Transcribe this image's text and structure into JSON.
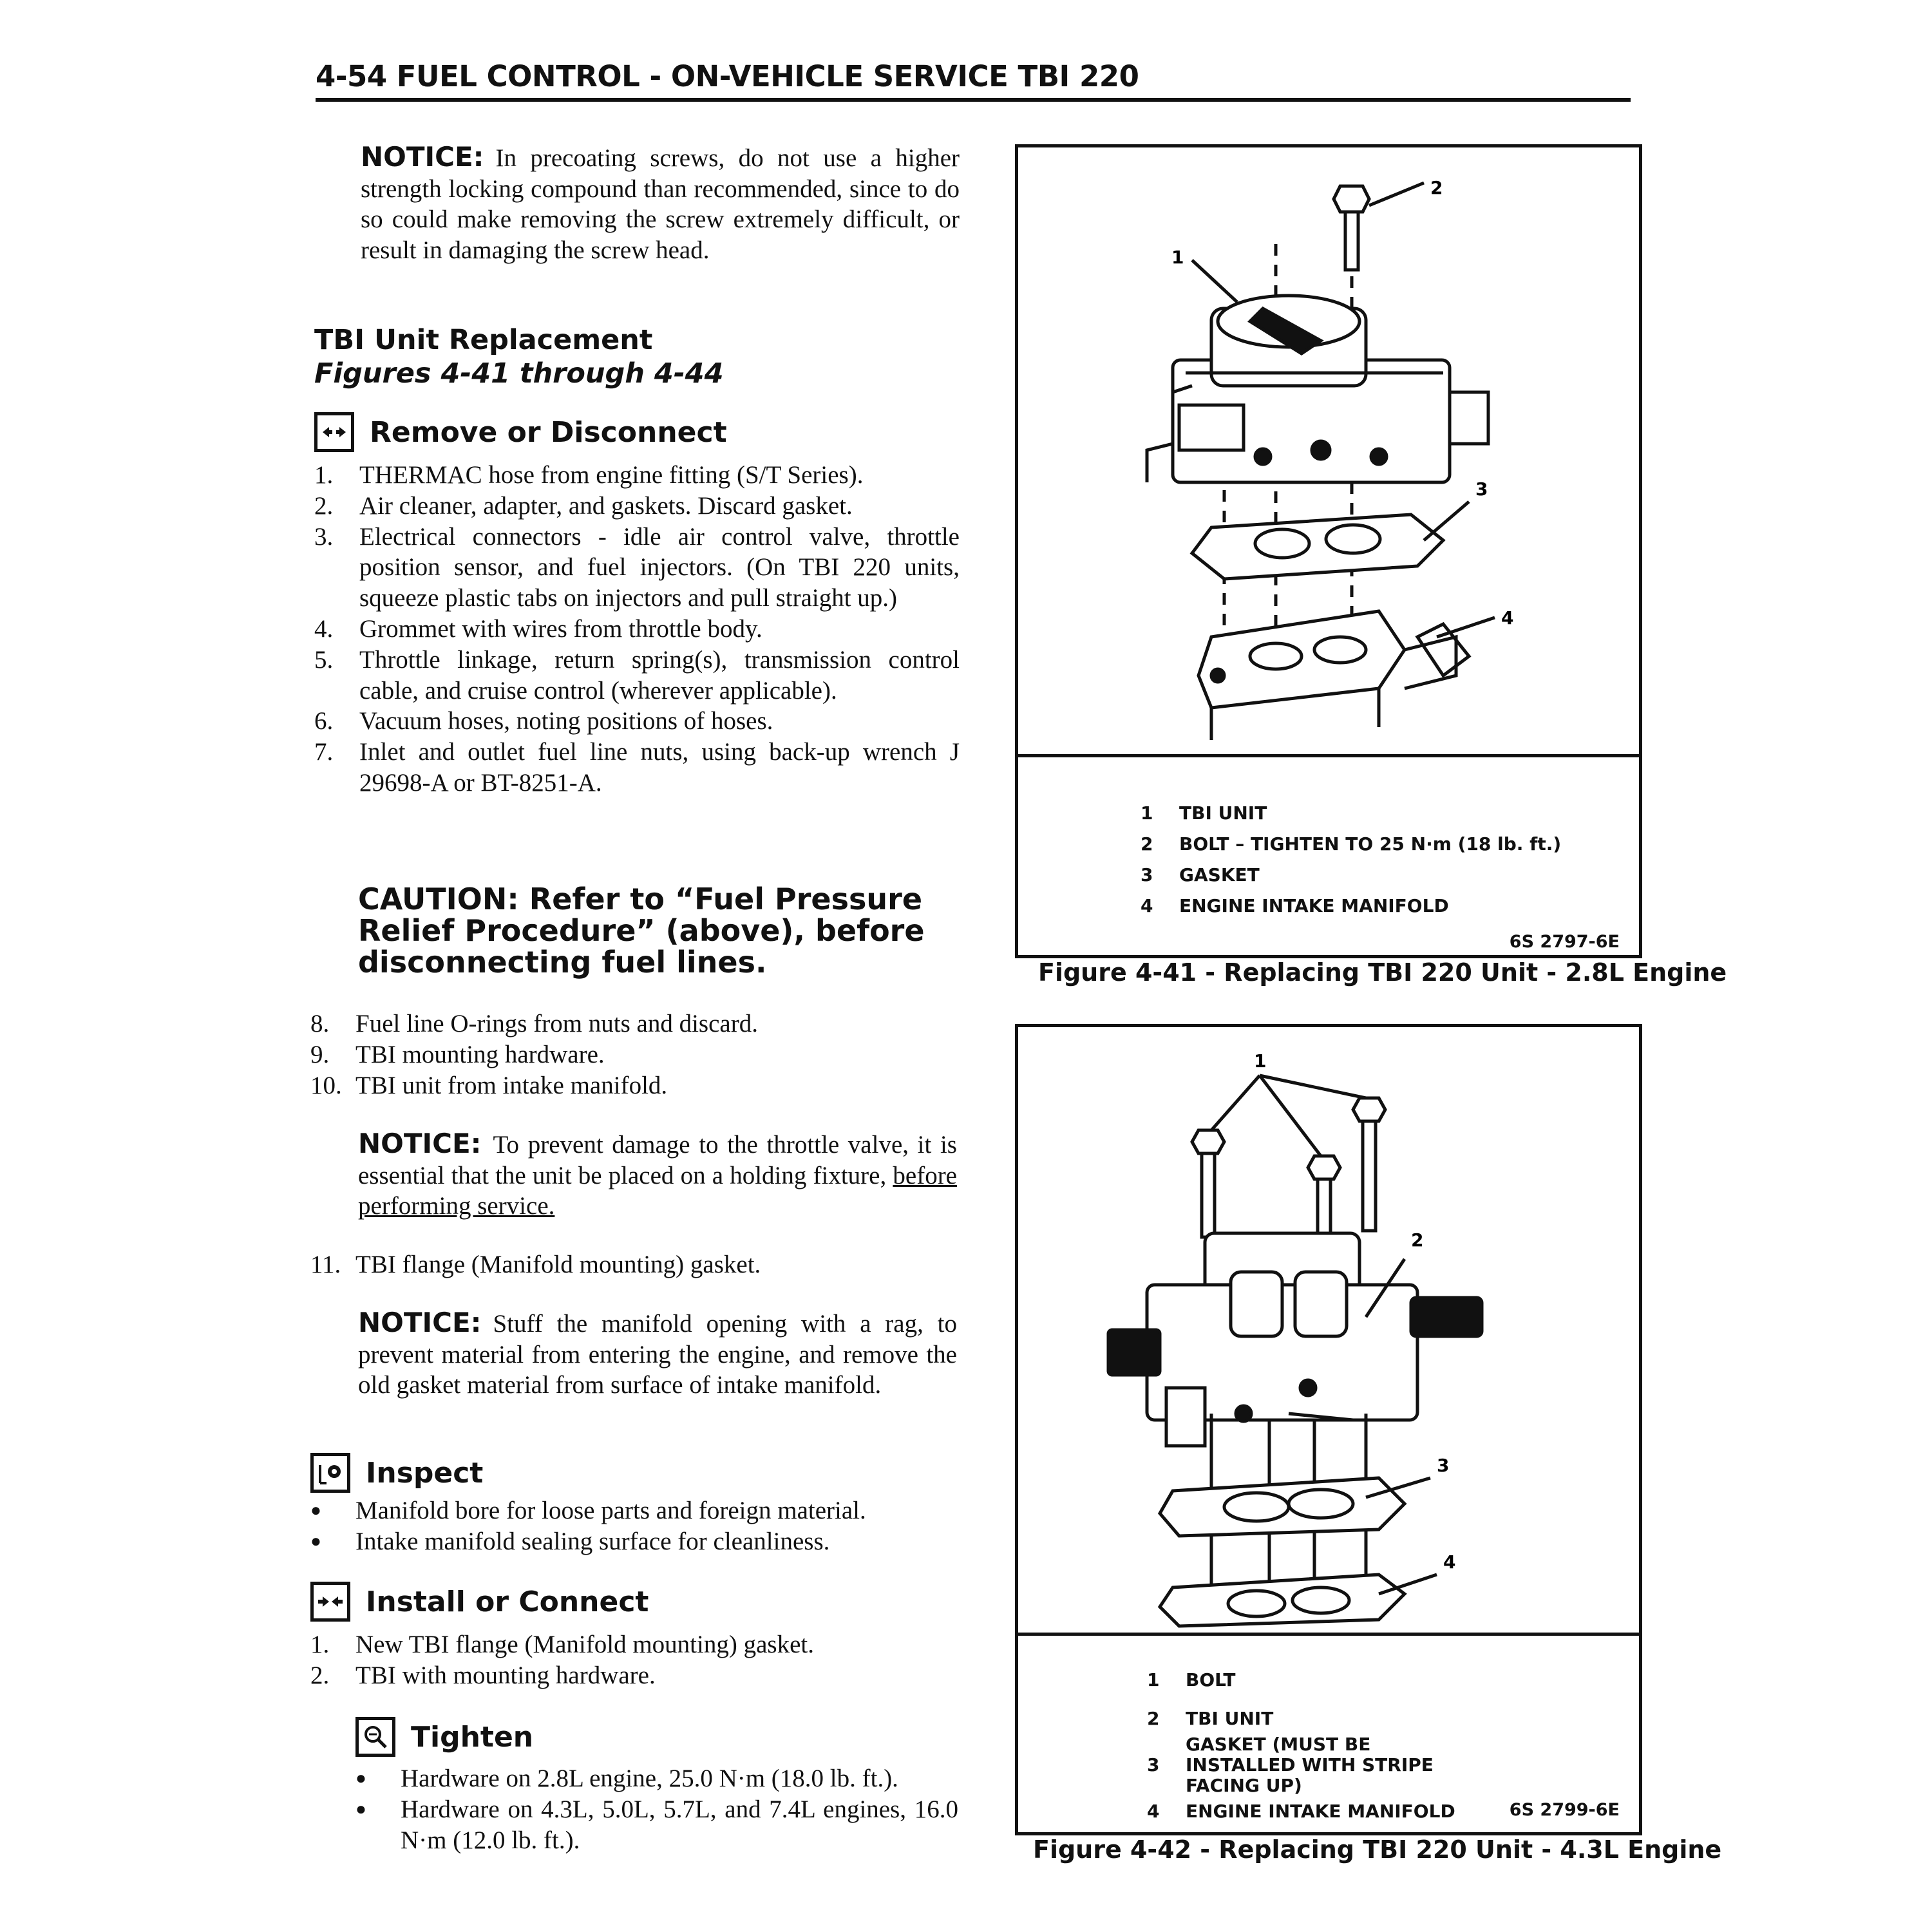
{
  "header": {
    "title": "4-54 FUEL CONTROL - ON-VEHICLE SERVICE TBI 220"
  },
  "notice1": {
    "label": "NOTICE:",
    "text": "In precoating screws, do not use a higher strength locking compound than recommended, since to do so could make removing the screw extremely difficult, or result in damaging the screw head."
  },
  "section": {
    "title": "TBI Unit Replacement",
    "subtitle": "Figures 4-41 through 4-44"
  },
  "remove": {
    "heading": "Remove or Disconnect",
    "icon": "arrows-apart-icon",
    "steps": [
      {
        "num": "1.",
        "text": "THERMAC hose from engine fitting (S/T Series)."
      },
      {
        "num": "2.",
        "text": "Air cleaner, adapter, and gaskets. Discard gasket."
      },
      {
        "num": "3.",
        "text": "Electrical connectors - idle air control valve, throttle position sensor, and fuel injectors. (On TBI 220 units, squeeze plastic tabs on injectors and pull straight up.)"
      },
      {
        "num": "4.",
        "text": "Grommet with wires from throttle body."
      },
      {
        "num": "5.",
        "text": "Throttle linkage, return spring(s), transmission control cable, and cruise control (wherever applicable)."
      },
      {
        "num": "6.",
        "text": "Vacuum hoses, noting positions of hoses."
      },
      {
        "num": "7.",
        "text": "Inlet and outlet fuel line nuts, using back-up wrench J 29698-A or BT-8251-A."
      }
    ],
    "steps2": [
      {
        "num": "8.",
        "text": "Fuel line O-rings from nuts and discard."
      },
      {
        "num": "9.",
        "text": "TBI mounting hardware."
      },
      {
        "num": "10.",
        "text": "TBI unit from intake manifold."
      }
    ],
    "steps3": [
      {
        "num": "11.",
        "text": "TBI flange (Manifold mounting) gasket."
      }
    ]
  },
  "caution": {
    "text": "CAUTION: Refer to “Fuel Pressure Relief Procedure” (above), before disconnecting fuel lines."
  },
  "notice2": {
    "label": "NOTICE:",
    "text_before": "To prevent damage to the throttle valve, it is essential that the unit be placed on a holding fixture, ",
    "text_underlined": "before performing service."
  },
  "notice3": {
    "label": "NOTICE:",
    "text": "Stuff the manifold opening with a rag, to prevent material from entering the engine, and remove the old gasket material from surface of intake manifold."
  },
  "inspect": {
    "heading": "Inspect",
    "icon": "inspect-eye-icon",
    "items": [
      "Manifold bore for loose parts and foreign material.",
      "Intake manifold sealing surface for cleanliness."
    ]
  },
  "install": {
    "heading": "Install or Connect",
    "icon": "arrows-together-icon",
    "steps": [
      {
        "num": "1.",
        "text": "New TBI flange (Manifold mounting) gasket."
      },
      {
        "num": "2.",
        "text": "TBI with mounting hardware."
      }
    ]
  },
  "tighten": {
    "heading": "Tighten",
    "icon": "torque-wrench-icon",
    "items": [
      "Hardware on 2.8L engine, 25.0 N·m (18.0 lb. ft.).",
      "Hardware on 4.3L, 5.0L, 5.7L, and 7.4L engines, 16.0 N·m (12.0 lb. ft.)."
    ]
  },
  "figure41": {
    "callouts": [
      "1",
      "2",
      "3",
      "4"
    ],
    "legend": [
      {
        "num": "1",
        "text": "TBI UNIT"
      },
      {
        "num": "2",
        "text": "BOLT – TIGHTEN TO 25 N·m (18 lb. ft.)"
      },
      {
        "num": "3",
        "text": "GASKET"
      },
      {
        "num": "4",
        "text": "ENGINE INTAKE MANIFOLD"
      }
    ],
    "code": "6S 2797-6E",
    "caption": "Figure 4-41 - Replacing TBI 220 Unit - 2.8L Engine"
  },
  "figure42": {
    "callouts": [
      "1",
      "2",
      "3",
      "4"
    ],
    "legend": [
      {
        "num": "1",
        "text": "BOLT"
      },
      {
        "num": "2",
        "text": "TBI UNIT"
      },
      {
        "num": "3",
        "text": "GASKET (MUST BE INSTALLED WITH STRIPE FACING UP)"
      },
      {
        "num": "4",
        "text": "ENGINE INTAKE MANIFOLD"
      }
    ],
    "code": "6S 2799-6E",
    "caption": "Figure 4-42 - Replacing TBI 220 Unit - 4.3L Engine"
  }
}
